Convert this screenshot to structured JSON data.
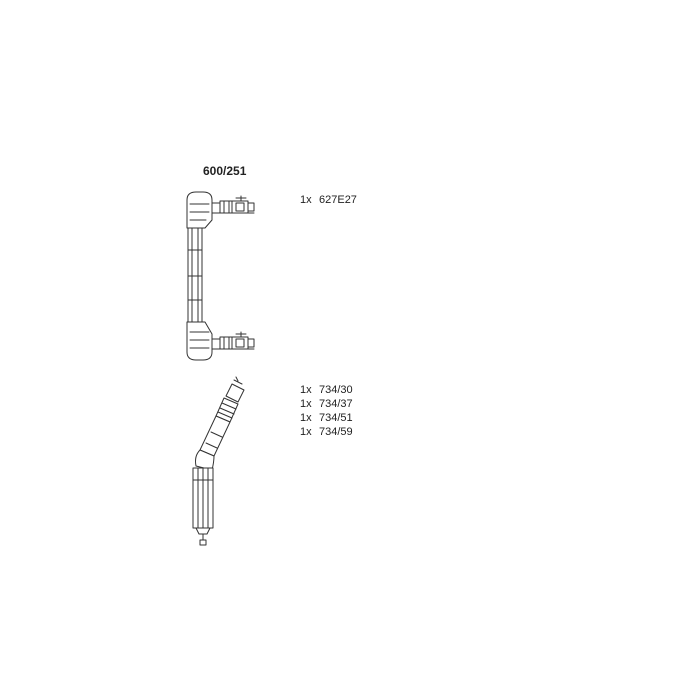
{
  "title": "600/251",
  "groups": [
    {
      "items": [
        {
          "qty": "1x",
          "code": "627E27"
        }
      ]
    },
    {
      "items": [
        {
          "qty": "1x",
          "code": "734/30"
        },
        {
          "qty": "1x",
          "code": "734/37"
        },
        {
          "qty": "1x",
          "code": "734/51"
        },
        {
          "qty": "1x",
          "code": "734/59"
        }
      ]
    }
  ]
}
